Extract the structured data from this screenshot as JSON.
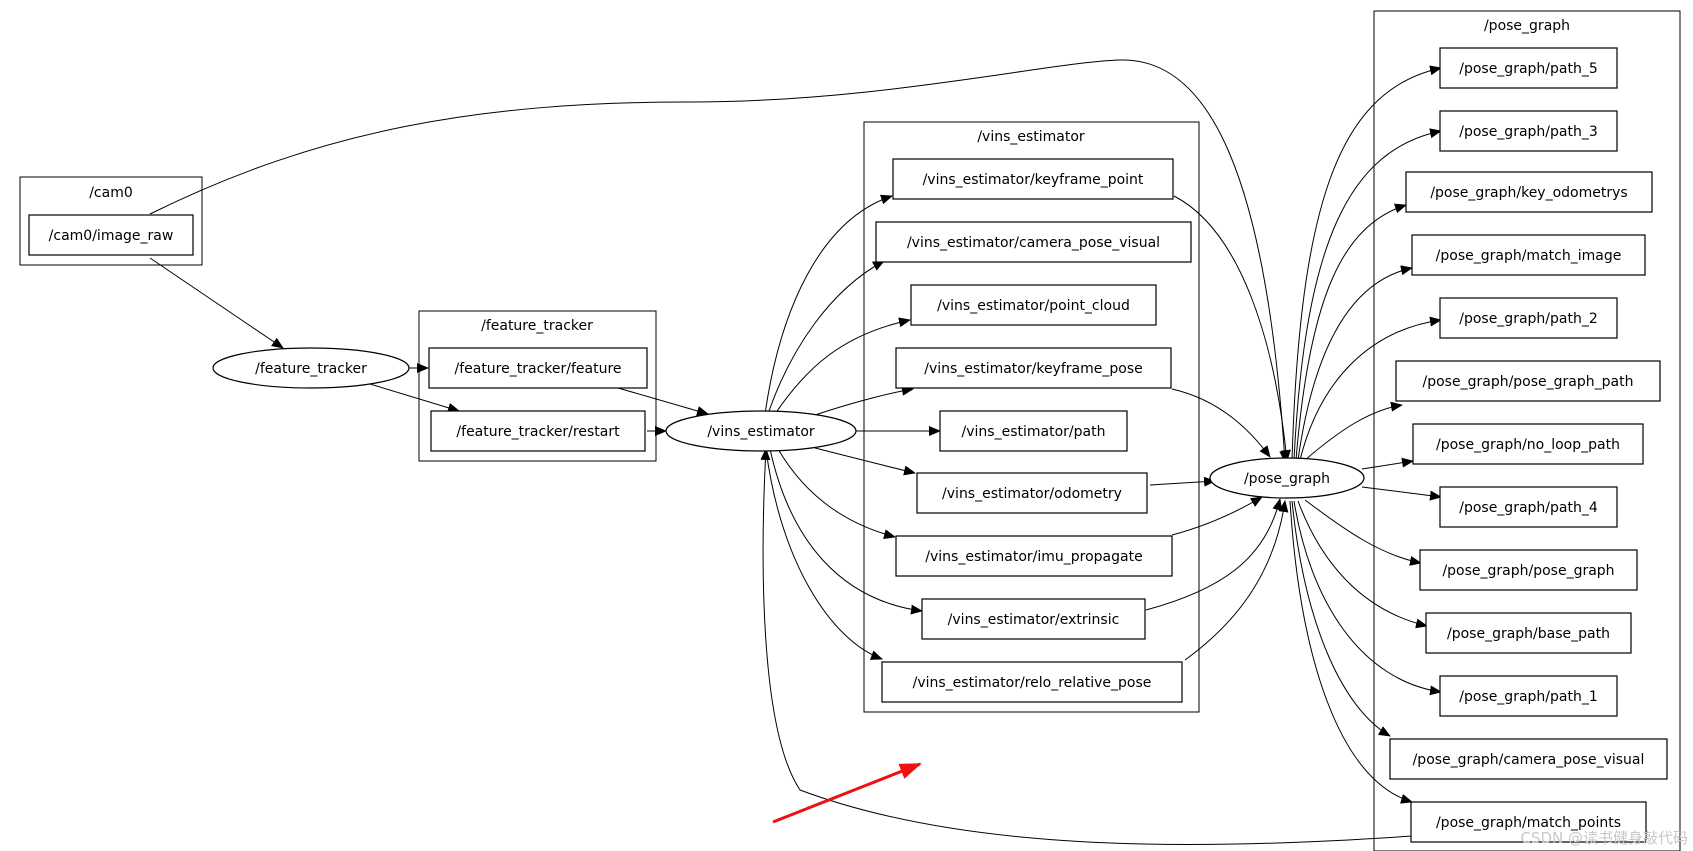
{
  "clusters": {
    "cam0": "/cam0",
    "feature_tracker": "/feature_tracker",
    "vins_estimator": "/vins_estimator",
    "pose_graph": "/pose_graph"
  },
  "nodes": {
    "feature_tracker": "/feature_tracker",
    "vins_estimator": "/vins_estimator",
    "pose_graph": "/pose_graph"
  },
  "topics": {
    "cam0": [
      "/cam0/image_raw"
    ],
    "feature_tracker": [
      "/feature_tracker/feature",
      "/feature_tracker/restart"
    ],
    "vins_estimator": [
      "/vins_estimator/keyframe_point",
      "/vins_estimator/camera_pose_visual",
      "/vins_estimator/point_cloud",
      "/vins_estimator/keyframe_pose",
      "/vins_estimator/path",
      "/vins_estimator/odometry",
      "/vins_estimator/imu_propagate",
      "/vins_estimator/extrinsic",
      "/vins_estimator/relo_relative_pose"
    ],
    "pose_graph": [
      "/pose_graph/path_5",
      "/pose_graph/path_3",
      "/pose_graph/key_odometrys",
      "/pose_graph/match_image",
      "/pose_graph/path_2",
      "/pose_graph/pose_graph_path",
      "/pose_graph/no_loop_path",
      "/pose_graph/path_4",
      "/pose_graph/pose_graph",
      "/pose_graph/base_path",
      "/pose_graph/path_1",
      "/pose_graph/camera_pose_visual",
      "/pose_graph/match_points"
    ]
  },
  "watermark": "CSDN @读书健身敲代码",
  "colors": {
    "annotation_arrow": "#ee1111",
    "stroke": "#000000",
    "watermark": "#c8c8c8"
  }
}
